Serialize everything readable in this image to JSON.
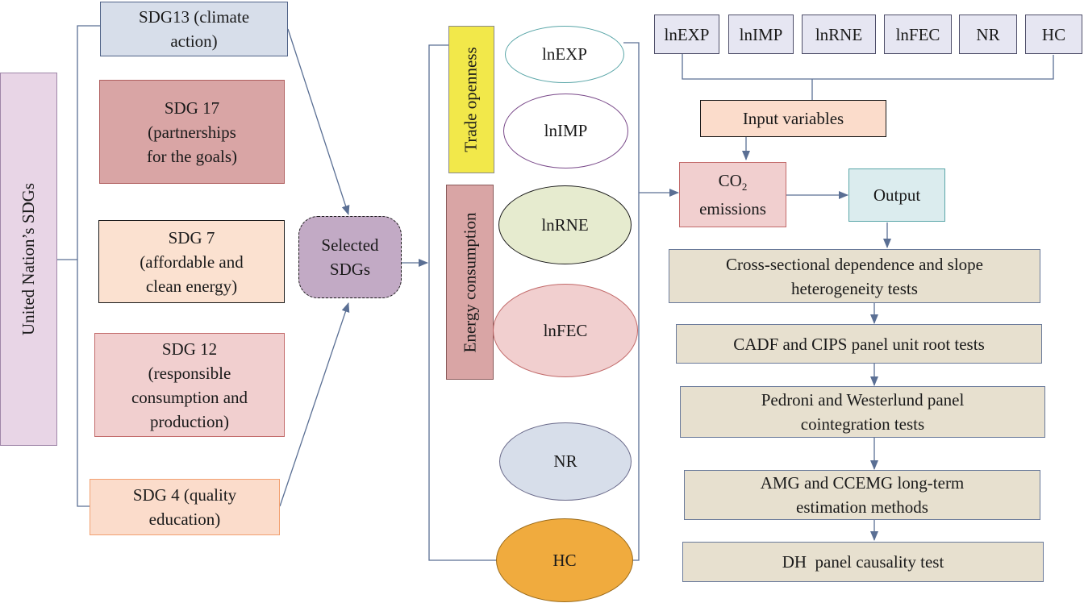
{
  "root": {
    "label": "United Nation’s SDGs"
  },
  "sdgs": [
    {
      "text": "SDG13 (climate\naction)"
    },
    {
      "text": "SDG 17\n(partnerships\nfor the goals)"
    },
    {
      "text": "SDG 7\n(affordable and\nclean energy)"
    },
    {
      "text": "SDG 12\n(responsible\nconsumption and\nproduction)"
    },
    {
      "text": "SDG 4 (quality\neducation)"
    }
  ],
  "selected": {
    "text": "Selected\nSDGs"
  },
  "groups": {
    "trade": "Trade openness",
    "energy": "Energy consumption"
  },
  "variables": [
    {
      "label": "lnEXP"
    },
    {
      "label": "lnIMP"
    },
    {
      "label": "lnRNE"
    },
    {
      "label": "lnFEC"
    },
    {
      "label": "NR"
    },
    {
      "label": "HC"
    }
  ],
  "top_vars": [
    "lnEXP",
    "lnIMP",
    "lnRNE",
    "lnFEC",
    "NR",
    "HC"
  ],
  "input_variables": "Input variables",
  "co2": {
    "main": "CO",
    "sub": "2",
    "line2": "emissions"
  },
  "output": "Output",
  "steps": [
    {
      "text": "Cross-sectional dependence and slope\nheterogeneity tests"
    },
    {
      "text": "CADF and CIPS panel unit root tests"
    },
    {
      "text": "Pedroni and Westerlund panel\ncointegration tests"
    },
    {
      "text": "AMG and CCEMG long-term\nestimation methods"
    },
    {
      "text": "DH  panel causality test"
    }
  ],
  "colors": {
    "line": "#5a6f94",
    "arrow": "#5a6f94"
  }
}
